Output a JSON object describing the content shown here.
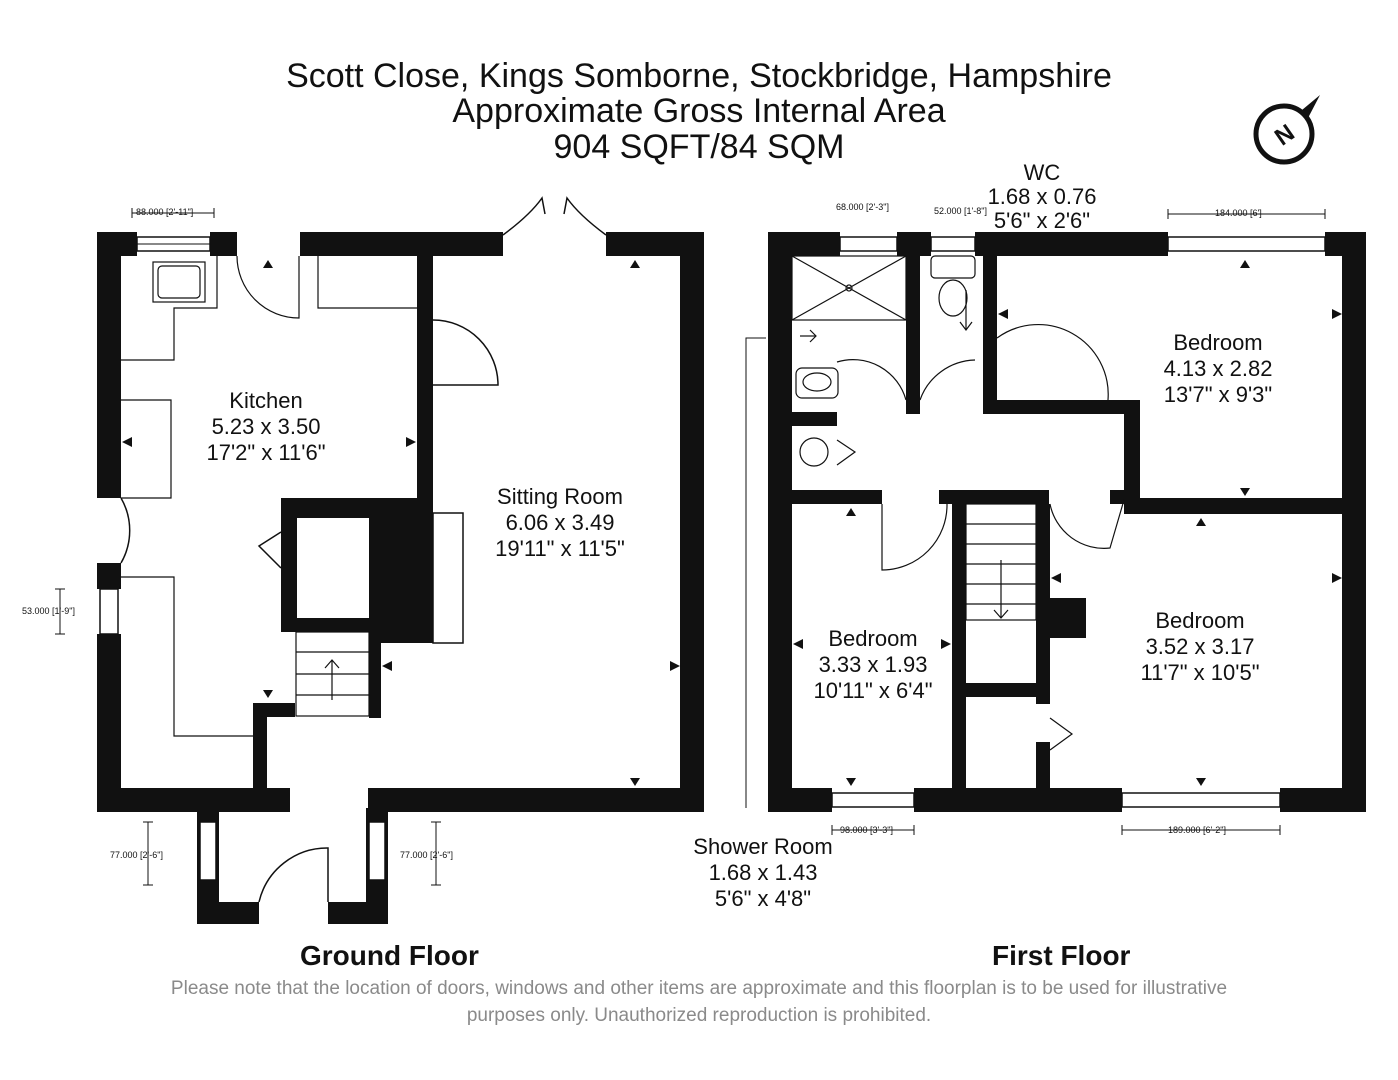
{
  "header": {
    "address": "Scott Close, Kings Somborne, Stockbridge, Hampshire",
    "area_label": "Approximate Gross Internal Area",
    "area_value": "904 SQFT/84 SQM"
  },
  "compass": {
    "icon": "north-compass-icon",
    "letter": "N"
  },
  "ground_floor": {
    "title": "Ground Floor",
    "kitchen": {
      "name": "Kitchen",
      "metric": "5.23 x 3.50",
      "imperial": "17'2\" x 11'6\""
    },
    "sitting_room": {
      "name": "Sitting Room",
      "metric": "6.06 x 3.49",
      "imperial": "19'11\" x 11'5\""
    },
    "window_top": "88.000 [2'-11\"]",
    "window_left": "53.000 [1'-9\"]",
    "window_front_left": "77.000 [2'-6\"]",
    "window_front_right": "77.000 [2'-6\"]"
  },
  "first_floor": {
    "title": "First Floor",
    "wc": {
      "name": "WC",
      "metric": "1.68 x 0.76",
      "imperial": "5'6\" x 2'6\""
    },
    "bedroom_1": {
      "name": "Bedroom",
      "metric": "4.13 x 2.82",
      "imperial": "13'7\" x 9'3\""
    },
    "bedroom_2": {
      "name": "Bedroom",
      "metric": "3.33 x 1.93",
      "imperial": "10'11\" x 6'4\""
    },
    "bedroom_3": {
      "name": "Bedroom",
      "metric": "3.52 x 3.17",
      "imperial": "11'7\" x 10'5\""
    },
    "shower_room": {
      "name": "Shower Room",
      "metric": "1.68 x 1.43",
      "imperial": "5'6\" x 4'8\""
    },
    "window_shower": "68.000 [2'-3\"]",
    "window_wc": "52.000 [1'-8\"]",
    "window_bed1": "184.000 [6']",
    "window_bed2": "98.000 [3'-3\"]",
    "window_bed3": "189.000 [6'-2\"]"
  },
  "disclaimer": {
    "line1": "Please note that the location of doors, windows and other items are approximate and this floorplan is to be used for illustrative",
    "line2": "purposes only. Unauthorized reproduction is prohibited."
  }
}
